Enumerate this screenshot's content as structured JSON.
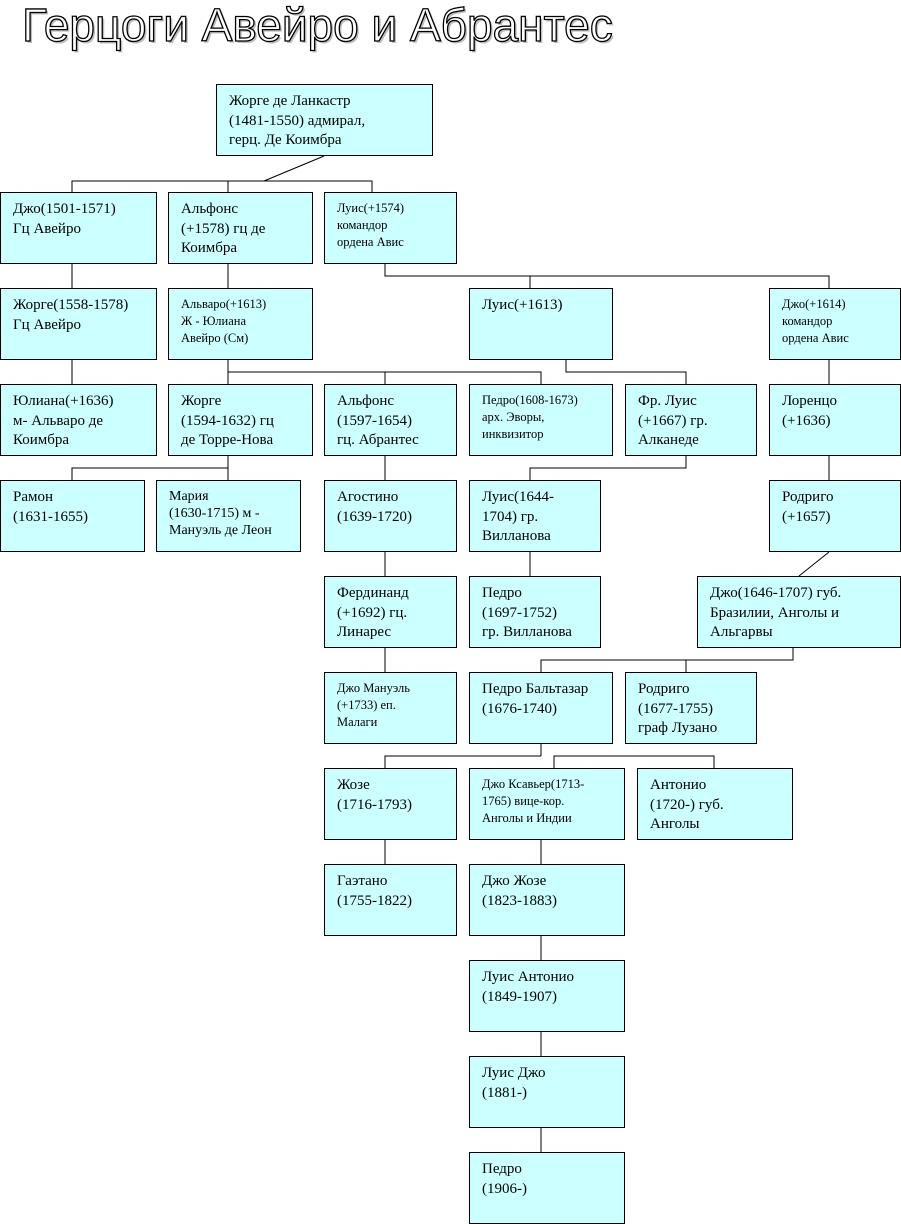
{
  "title": "Герцоги Авейро и Абрантес",
  "nodes": {
    "jorge_lancaster": "Жорге де Ланкастр\n(1481-1550) адмирал,\nгерц. Де Коимбра",
    "jo_1501": "Джо(1501-1571)\nГц Авейро",
    "alfons_1578": "Альфонс\n(+1578) гц де\nКоимбра",
    "luis_1574": "Луис(+1574)\nкомандор\nордена Авис",
    "jorge_1558": "Жорге(1558-1578)\nГц Авейро",
    "alvaro_1613": "Альваро(+1613)\nЖ - Юлиана\nАвейро (См)",
    "luis_1613": "Луис(+1613)",
    "jo_1614": "Джо(+1614)\nкомандор\nордена Авис",
    "juliana_1636": "Юлиана(+1636)\nм- Альваро де\nКоимбра",
    "jorge_1594": "Жорге\n(1594-1632) гц\nде Торре-Нова",
    "alfons_1597": "Альфонс\n(1597-1654)\nгц. Абрантес",
    "pedro_1608": "Педро(1608-1673)\nарх. Эворы,\nинквизитор",
    "fr_luis": "Фр. Луис\n(+1667) гр.\nАлканеде",
    "lorenzo": "Лоренцо\n(+1636)",
    "ramon": "Рамон\n(1631-1655)",
    "maria": "Мария\n(1630-1715) м -\nМануэль де Леон",
    "agostino": "Агостино\n(1639-1720)",
    "luis_1644": "Луис(1644-\n1704) гр.\nВилланова",
    "rodrigo_1657": "Родриго\n(+1657)",
    "ferdinand": "Фердинанд\n(+1692) гц.\nЛинарес",
    "pedro_1697": "Педро\n(1697-1752)\nгр. Вилланова",
    "jo_1646": "Джо(1646-1707) губ.\nБразилии, Анголы и\nАльгарвы",
    "jo_manuel": "Джо Мануэль\n(+1733) еп.\nМалаги",
    "pedro_baltazar": "Педро Бальтазар\n(1676-1740)",
    "rodrigo_1677": "Родриго\n(1677-1755)\nграф Лузано",
    "joze_1716": "Жозе\n(1716-1793)",
    "jo_xavier": "Джо Ксавьер(1713-\n1765) вице-кор.\nАнголы и Индии",
    "antonio": "Антонио\n(1720-) губ.\nАнголы",
    "gaetano": "Гаэтано\n(1755-1822)",
    "jo_joze": "Джо Жозе\n(1823-1883)",
    "luis_antonio": "Луис Антонио\n(1849-1907)",
    "luis_jo": "Луис Джо\n(1881-)",
    "pedro_1906": "Педро\n(1906-)"
  }
}
